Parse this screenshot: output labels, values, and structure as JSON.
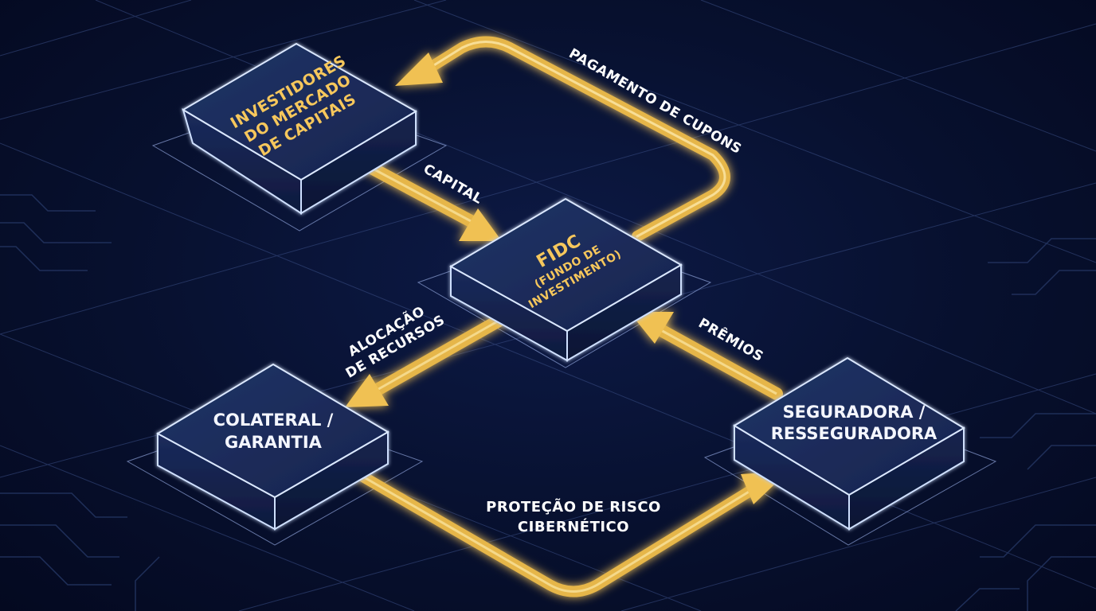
{
  "colors": {
    "background": "#07102e",
    "grid_line": "#3b4f86",
    "circuit_line": "#22335f",
    "box_top": "#1a2a56",
    "box_side_left": "#14214a",
    "box_side_right": "#0f1a3c",
    "box_edge": "#cfe0ff",
    "arrow_gold": "#e6b648",
    "arrow_glow": "#ffd874",
    "label_gold": "#f6c75c",
    "label_white": "#f4f6ff"
  },
  "nodes": {
    "investors": {
      "lines": [
        "INVESTIDORES",
        "DO MERCADO",
        "DE CAPITAIS"
      ]
    },
    "fidc": {
      "title": "FIDC",
      "subtitle_lines": [
        "(FUNDO DE",
        "INVESTIMENTO)"
      ]
    },
    "collateral": {
      "lines": [
        "COLATERAL /",
        "GARANTIA"
      ]
    },
    "insurer": {
      "lines": [
        "SEGURADORA /",
        "RESSEGURADORA"
      ]
    }
  },
  "flows": {
    "coupon_payment": {
      "label": "PAGAMENTO DE CUPONS"
    },
    "capital": {
      "label": "CAPITAL"
    },
    "resource_allocation": {
      "lines": [
        "ALOCAÇÃO",
        "DE RECURSOS"
      ]
    },
    "premiums": {
      "label": "PRÊMIOS"
    },
    "cyber_risk_protection": {
      "lines": [
        "PROTEÇÃO DE RISCO",
        "CIBERNÉTICO"
      ]
    }
  }
}
